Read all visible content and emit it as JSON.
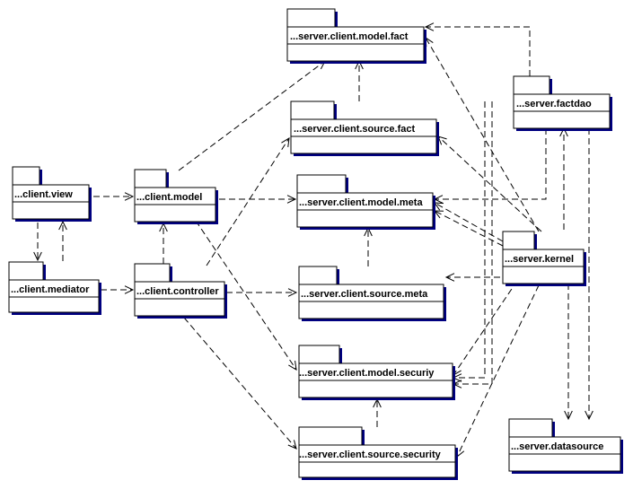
{
  "packages": {
    "model_fact": "...server.client.model.fact",
    "source_fact": "...server.client.source.fact",
    "factdao": "...server.factdao",
    "client_view": "...client.view",
    "client_model": "...client.model",
    "model_meta": "...server.client.model.meta",
    "kernel": "...server.kernel",
    "client_mediator": "...client.mediator",
    "client_controller": "...client.controller",
    "source_meta": "...server.client.source.meta",
    "model_security": "...server.client.model.securiy",
    "datasource": "...server.datasource",
    "source_security": "...server.client.source.security"
  }
}
